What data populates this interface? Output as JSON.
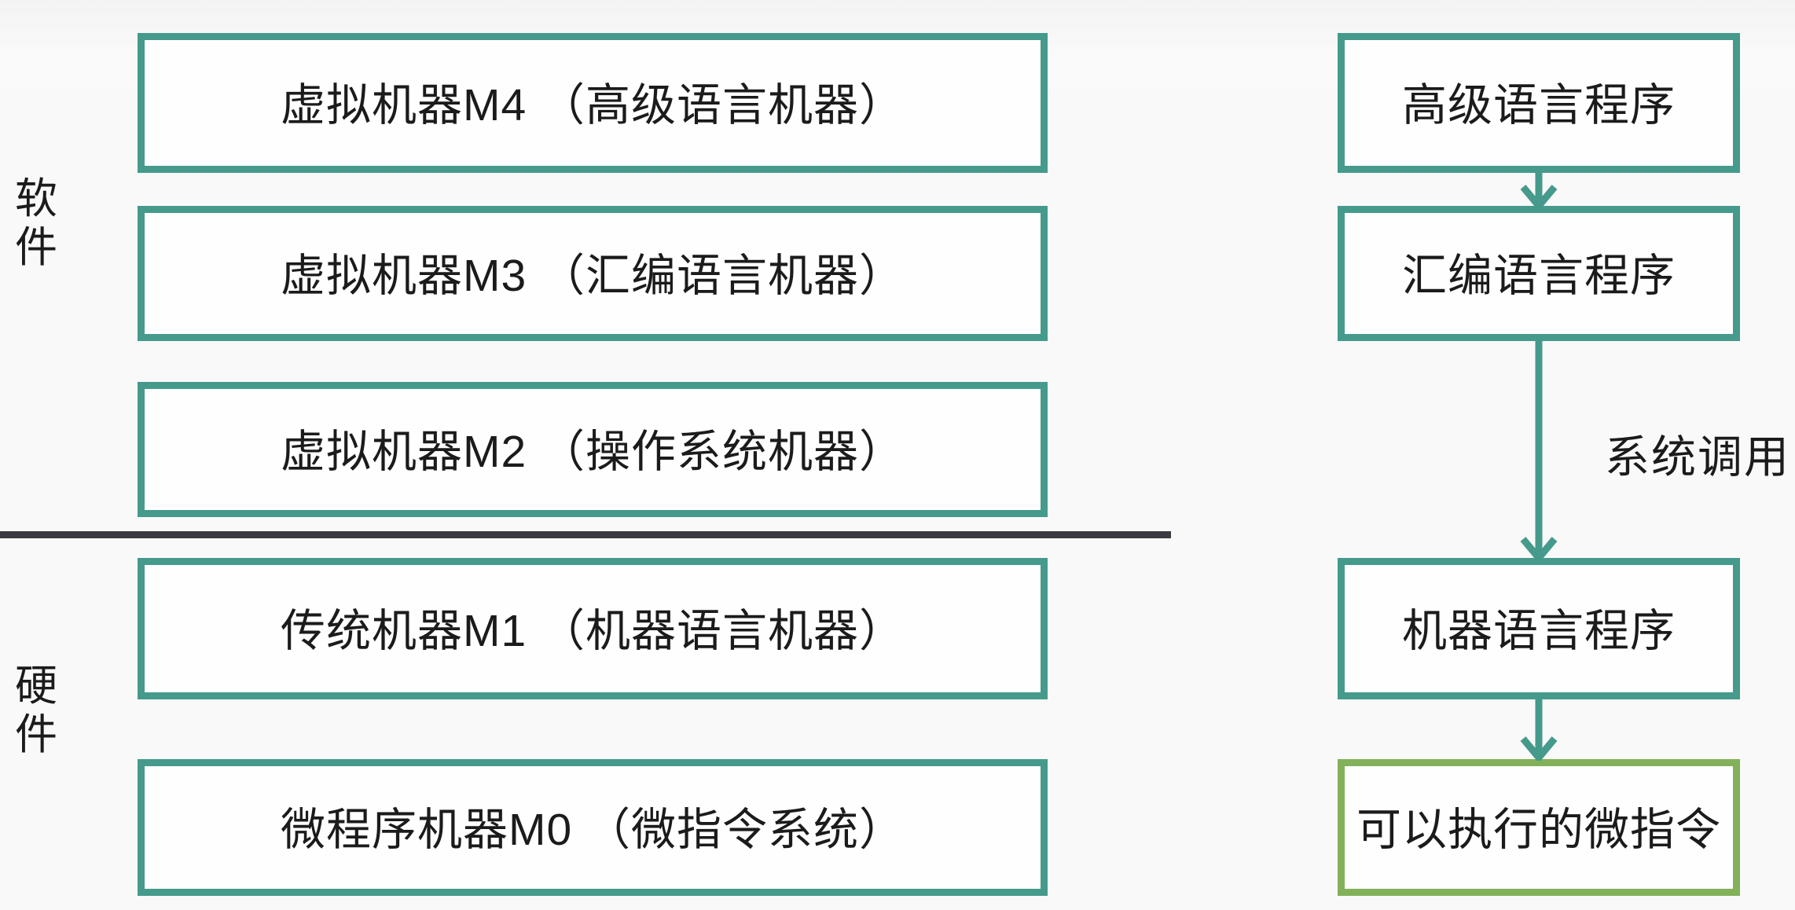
{
  "colors": {
    "teal": "#459a8b",
    "green": "#82b159",
    "divider": "#3a3a42",
    "text": "#1b1b1b",
    "boxBg": "#fefefe",
    "canvasBg": "#f9f9f9"
  },
  "side_labels": {
    "software": "软件",
    "hardware": "硬件"
  },
  "machine_levels": [
    {
      "id": "M4",
      "label": "虚拟机器M4 （高级语言机器）"
    },
    {
      "id": "M3",
      "label": "虚拟机器M3 （汇编语言机器）"
    },
    {
      "id": "M2",
      "label": "虚拟机器M2 （操作系统机器）"
    },
    {
      "id": "M1",
      "label": "传统机器M1 （机器语言机器）"
    },
    {
      "id": "M0",
      "label": "微程序机器M0 （微指令系统）"
    }
  ],
  "program_flow": [
    {
      "label": "高级语言程序",
      "highlight": false
    },
    {
      "label": "汇编语言程序",
      "highlight": false
    },
    {
      "label": "机器语言程序",
      "highlight": false
    },
    {
      "label": "可以执行的微指令",
      "highlight": true
    }
  ],
  "annotations": {
    "system_call": "系统调用"
  }
}
